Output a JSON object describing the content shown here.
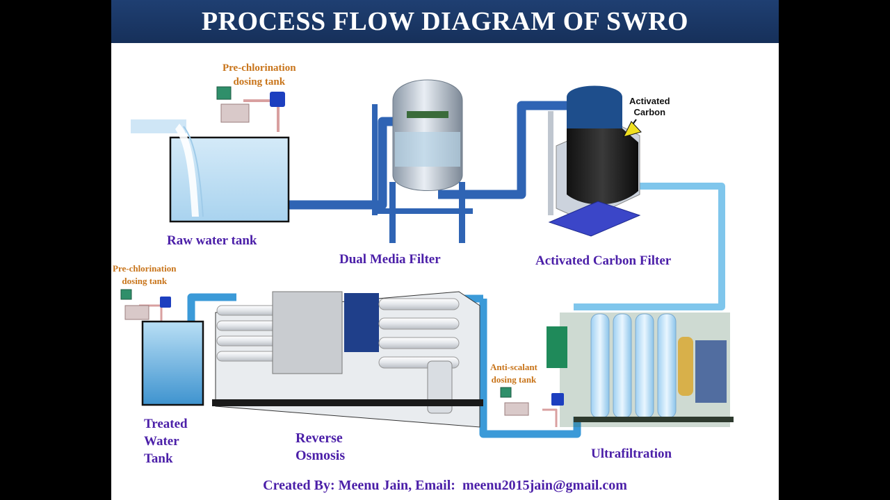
{
  "title": "PROCESS FLOW DIAGRAM OF SWRO",
  "stages": {
    "raw_water_tank": "Raw water tank",
    "dual_media_filter": "Dual Media Filter",
    "activated_carbon_filter": "Activated Carbon Filter",
    "ultrafiltration": "Ultrafiltration",
    "reverse_osmosis": [
      "Reverse",
      "Osmosis"
    ],
    "treated_water_tank": [
      "Treated",
      "Water",
      "Tank"
    ]
  },
  "dosing": {
    "pre_chlorination_top": [
      "Pre-chlorination",
      "dosing tank"
    ],
    "pre_chlorination_bottom": [
      "Pre-chlorination",
      "dosing tank"
    ],
    "anti_scalant": [
      "Anti-scalant",
      "dosing tank"
    ]
  },
  "activated_carbon_callout": [
    "Activated",
    "Carbon"
  ],
  "footer": "Created By: Meenu Jain, Email:  meenu2015jain@gmail.com",
  "colors": {
    "title_bar": "#1f3f72",
    "label_text": "#4b1fa8",
    "dosing_text": "#c8741a",
    "pipe_dark": "#2f64b4",
    "pipe_light": "#7fc6ec"
  }
}
